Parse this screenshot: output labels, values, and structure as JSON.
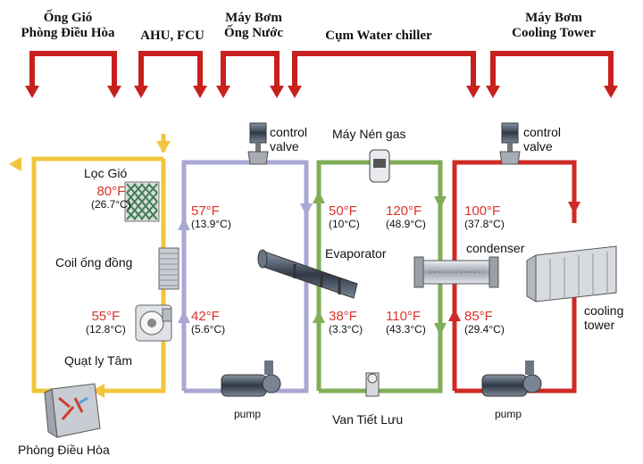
{
  "headers": {
    "phong_line1": "Ống Gió",
    "phong_line2": "Phòng Điều Hòa",
    "ahu": "AHU, FCU",
    "pump_line1": "Máy Bơm",
    "pump_line2": "Ống Nước",
    "chiller": "Cụm Water chiller",
    "cooling_line1": "Máy Bơm",
    "cooling_line2": "Cooling Tower"
  },
  "labels": {
    "loc_gio": "Lọc Gió",
    "coil": "Coil ống đồng",
    "quat": "Quạt ly Tâm",
    "room": "Phòng Điều Hòa",
    "control_valve_1a": "control",
    "control_valve_1b": "valve",
    "control_valve_2a": "control",
    "control_valve_2b": "valve",
    "compressor": "Máy Nén gas",
    "evaporator": "Evaporator",
    "condenser": "condenser",
    "expansion": "Van Tiết Lưu",
    "pump_1": "pump",
    "pump_2": "pump",
    "cooling_tower_a": "cooling",
    "cooling_tower_b": "tower"
  },
  "temps": {
    "air_in_f": "80°F",
    "air_in_c": "(26.7°C)",
    "air_out_f": "55°F",
    "air_out_c": "(12.8°C)",
    "chw_return_f": "57°F",
    "chw_return_c": "(13.9°C)",
    "chw_supply_f": "42°F",
    "chw_supply_c": "(5.6°C)",
    "evap_in_f": "50°F",
    "evap_in_c": "(10°C)",
    "evap_out_f": "38°F",
    "evap_out_c": "(3.3°C)",
    "comp_out_f": "120°F",
    "comp_out_c": "(48.9°C)",
    "cond_out_f": "110°F",
    "cond_out_c": "(43.3°C)",
    "cw_hot_f": "100°F",
    "cw_hot_c": "(37.8°C)",
    "cw_cold_f": "85°F",
    "cw_cold_c": "(29.4°C)"
  },
  "colors": {
    "air_loop": "#f2c53d",
    "chilled_water_loop": "#a9a7d4",
    "refrigerant_loop": "#7fae57",
    "condenser_water_loop": "#cf2a25",
    "header_arrows": "#c8201d",
    "hot_text": "#d9342b"
  }
}
